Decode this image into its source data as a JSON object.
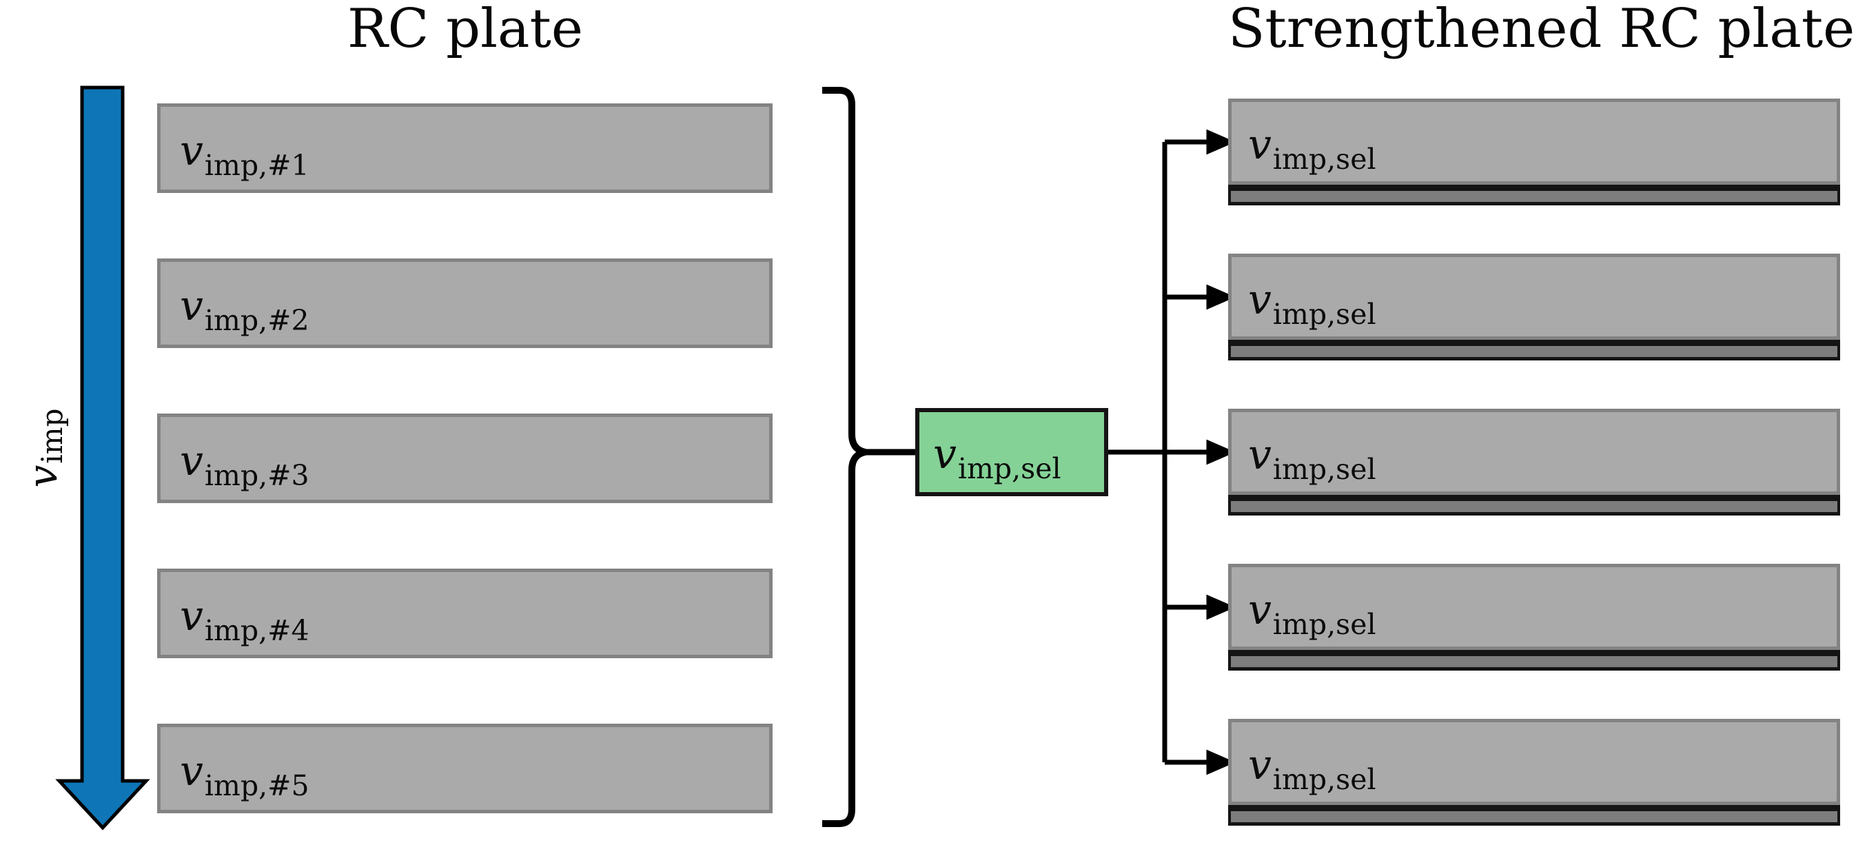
{
  "figure": {
    "left": {
      "title": "RC plate",
      "axis_label": {
        "base": "v",
        "sub": "imp"
      },
      "plates": [
        {
          "base": "v",
          "sub": "imp,#1"
        },
        {
          "base": "v",
          "sub": "imp,#2"
        },
        {
          "base": "v",
          "sub": "imp,#3"
        },
        {
          "base": "v",
          "sub": "imp,#4"
        },
        {
          "base": "v",
          "sub": "imp,#5"
        }
      ]
    },
    "selection": {
      "base": "v",
      "sub": "imp,sel"
    },
    "right": {
      "title": "Strengthened RC plate",
      "plates": [
        {
          "base": "v",
          "sub": "imp,sel"
        },
        {
          "base": "v",
          "sub": "imp,sel"
        },
        {
          "base": "v",
          "sub": "imp,sel"
        },
        {
          "base": "v",
          "sub": "imp,sel"
        },
        {
          "base": "v",
          "sub": "imp,sel"
        }
      ]
    }
  },
  "colors": {
    "background": "#ffffff",
    "arrow-blue": "#0e76b6",
    "select-green": "#85d297",
    "plate-gray": "#aaaaaa",
    "plate-border": "#838383",
    "layer-gray": "#7d7d7d",
    "line-black": "#141414"
  }
}
